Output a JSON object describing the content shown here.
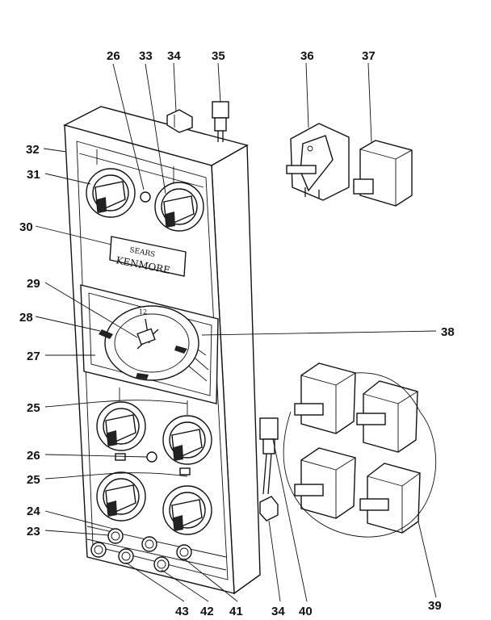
{
  "callouts": [
    "26",
    "33",
    "34",
    "35",
    "36",
    "37",
    "32",
    "31",
    "30",
    "29",
    "28",
    "38",
    "27",
    "25",
    "26",
    "25",
    "24",
    "23",
    "43",
    "42",
    "41",
    "34",
    "40",
    "39"
  ],
  "panel": {
    "brand_top": "SEARS",
    "brand_bottom": "KENMORE",
    "clock_numeral": "12"
  }
}
